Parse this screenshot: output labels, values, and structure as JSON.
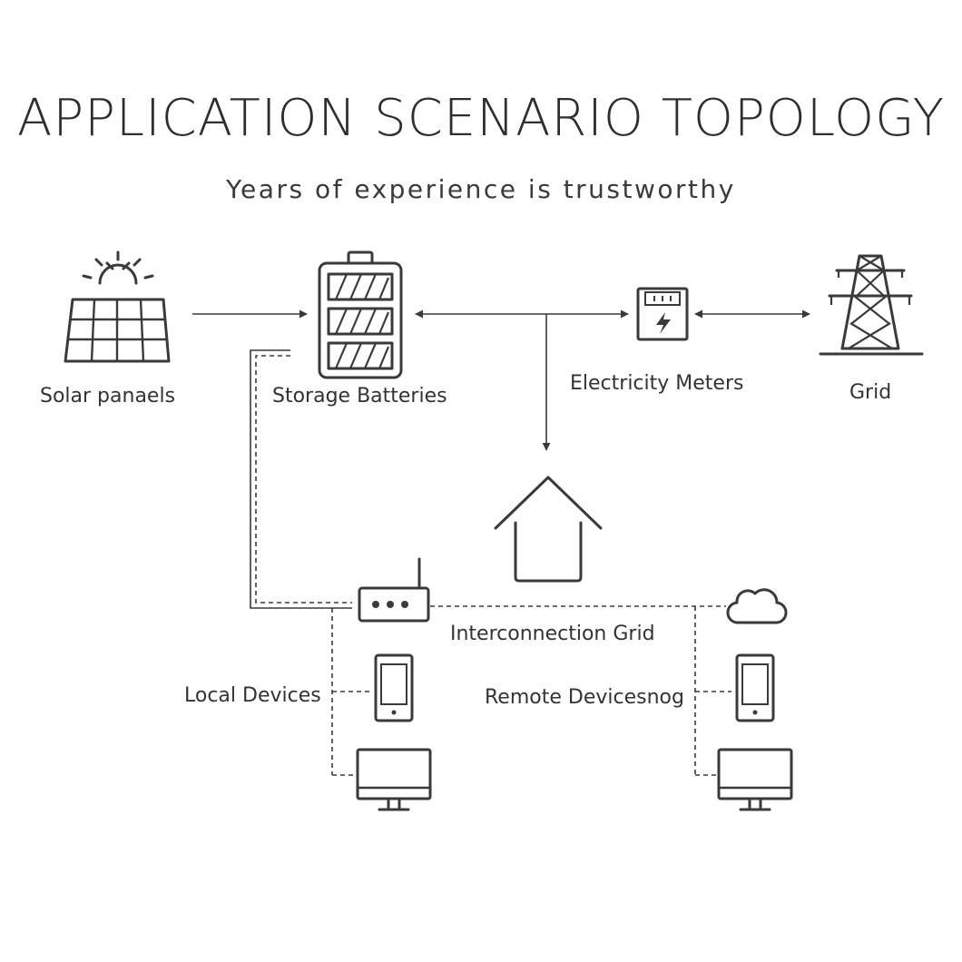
{
  "header": {
    "title": "APPLICATION SCENARIO TOPOLOGY",
    "subtitle": "Years of experience is trustworthy"
  },
  "nodes": {
    "solar": "Solar panaels",
    "battery": "Storage Batteries",
    "meter": "Electricity Meters",
    "grid": "Grid",
    "interconnect": "Interconnection Grid",
    "local": "Local Devices",
    "remote": "Remote Devicesnog"
  }
}
